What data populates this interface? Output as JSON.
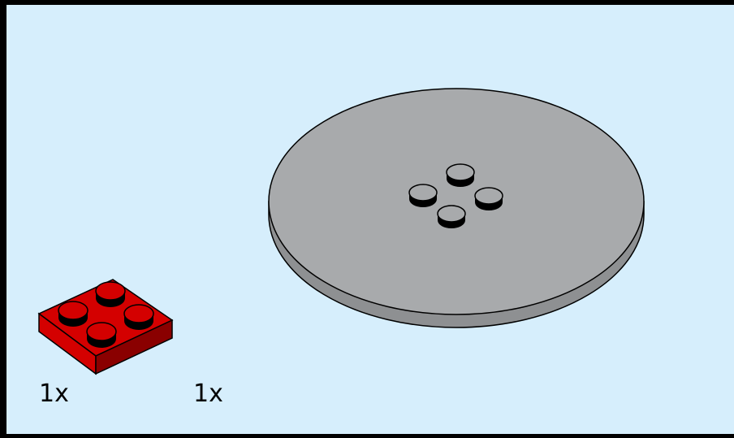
{
  "colors": {
    "background": "#d6eefc",
    "frame": "#000000",
    "plate_red": "#d40000",
    "plate_red_dark": "#8a0000",
    "disc_gray": "#a8aaac",
    "disc_gray_dark": "#8e9092",
    "outline": "#000000"
  },
  "parts": [
    {
      "name": "plate-2x2-red",
      "quantity": "1x"
    },
    {
      "name": "round-plate-gray",
      "quantity": "1x"
    }
  ]
}
